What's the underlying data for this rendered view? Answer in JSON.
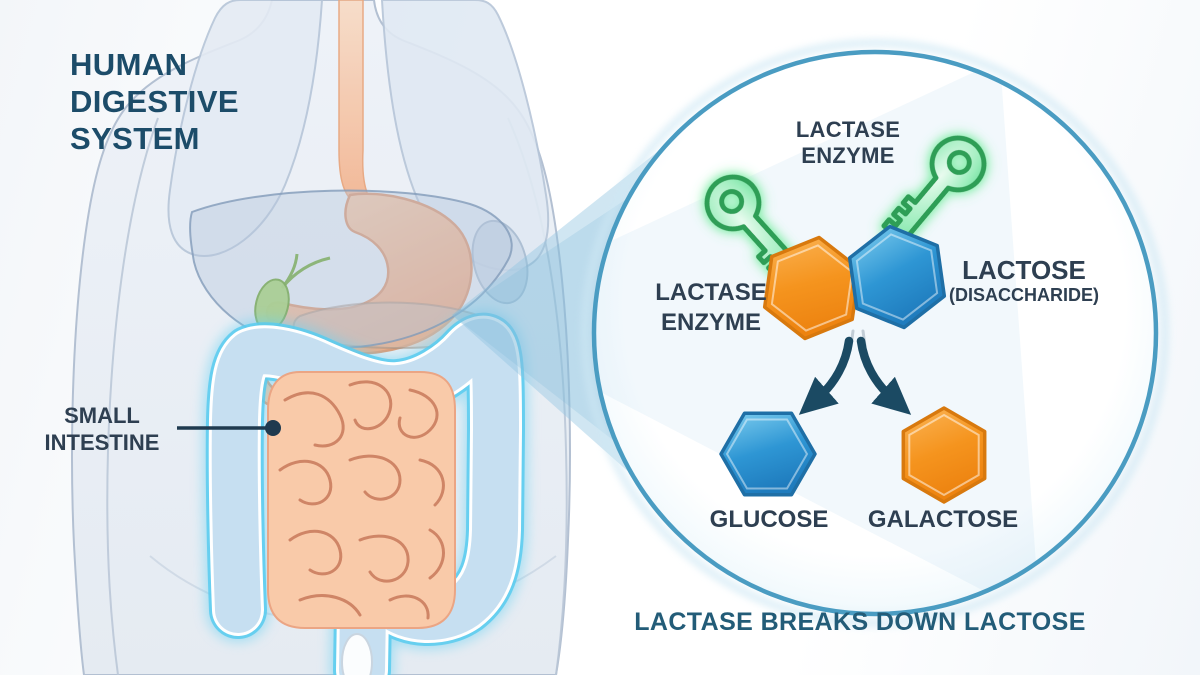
{
  "title": "HUMAN\nDIGESTIVE\nSYSTEM",
  "anatomy": {
    "small_intestine_label": "SMALL\nINTESTINE"
  },
  "magnifier": {
    "enzyme_top_label": "LACTASE\nENZYME",
    "enzyme_side_label": "LACTASE\nENZYME",
    "lactose_title": "LACTOSE",
    "lactose_subtitle": "(DISACCHARIDE)",
    "glucose_label": "GLUCOSE",
    "galactose_label": "GALACTOSE",
    "caption": "LACTASE BREAKS DOWN LACTOSE"
  },
  "colors": {
    "title_text": "#1C4C69",
    "label_text": "#2E3F51",
    "caption_text": "#235C78",
    "circle_stroke": "#4A9CC2",
    "key_green": "#5BD98F",
    "key_outline": "#2F9E57",
    "hex_orange": "#F5941E",
    "hex_blue": "#2E96D4",
    "arrow_navy": "#1B4A63",
    "colon_glow_cyan": "#5BCDF0",
    "intestine_peach": "#F6C4A2"
  }
}
